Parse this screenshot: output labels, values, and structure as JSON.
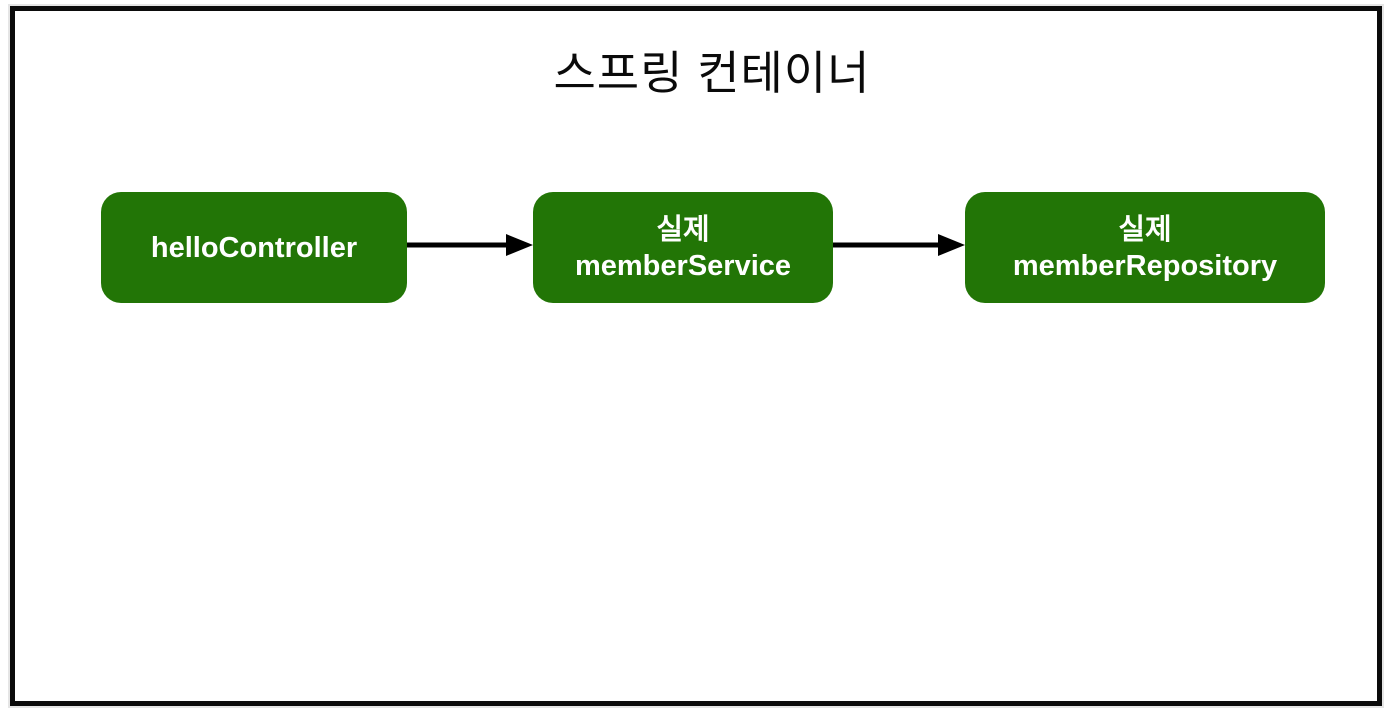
{
  "diagram": {
    "title": "스프링 컨테이너",
    "nodes": [
      {
        "name": "helloController",
        "lines": [
          "helloController"
        ]
      },
      {
        "name": "memberService",
        "lines": [
          "실제",
          "memberService"
        ]
      },
      {
        "name": "memberRepository",
        "lines": [
          "실제",
          "memberRepository"
        ]
      }
    ],
    "arrows": [
      {
        "from": "helloController",
        "to": "memberService"
      },
      {
        "from": "memberService",
        "to": "memberRepository"
      }
    ],
    "colors": {
      "background": "#ffffff",
      "frame_border": "#0b0b0b",
      "title_text": "#0a0a0a",
      "node_fill": "#227506",
      "node_text": "#ffffff",
      "arrow": "#000000"
    }
  }
}
